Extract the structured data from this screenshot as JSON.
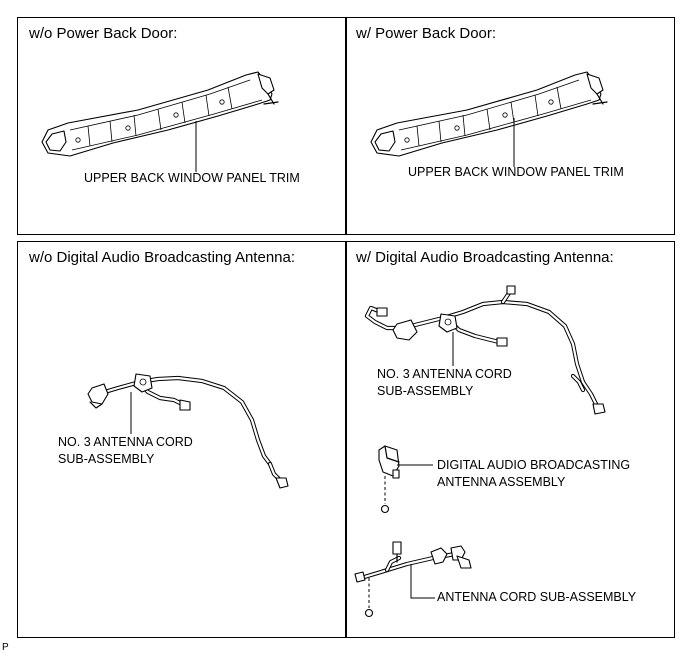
{
  "panels": {
    "wo_power_back_door": {
      "title": "w/o Power Back Door:",
      "label": "UPPER BACK WINDOW PANEL TRIM"
    },
    "w_power_back_door": {
      "title": "w/ Power Back Door:",
      "label": "UPPER BACK WINDOW PANEL TRIM"
    },
    "wo_dab_antenna": {
      "title": "w/o Digital Audio Broadcasting Antenna:",
      "label_line1": "NO. 3 ANTENNA CORD",
      "label_line2": "SUB-ASSEMBLY"
    },
    "w_dab_antenna": {
      "title": "w/ Digital Audio Broadcasting Antenna:",
      "cord_label_line1": "NO. 3 ANTENNA CORD",
      "cord_label_line2": "SUB-ASSEMBLY",
      "antenna_label_line1": "DIGITAL AUDIO BROADCASTING",
      "antenna_label_line2": "ANTENNA ASSEMBLY",
      "cord_sub_label": "ANTENNA CORD SUB-ASSEMBLY"
    }
  },
  "figure_ref": "P"
}
